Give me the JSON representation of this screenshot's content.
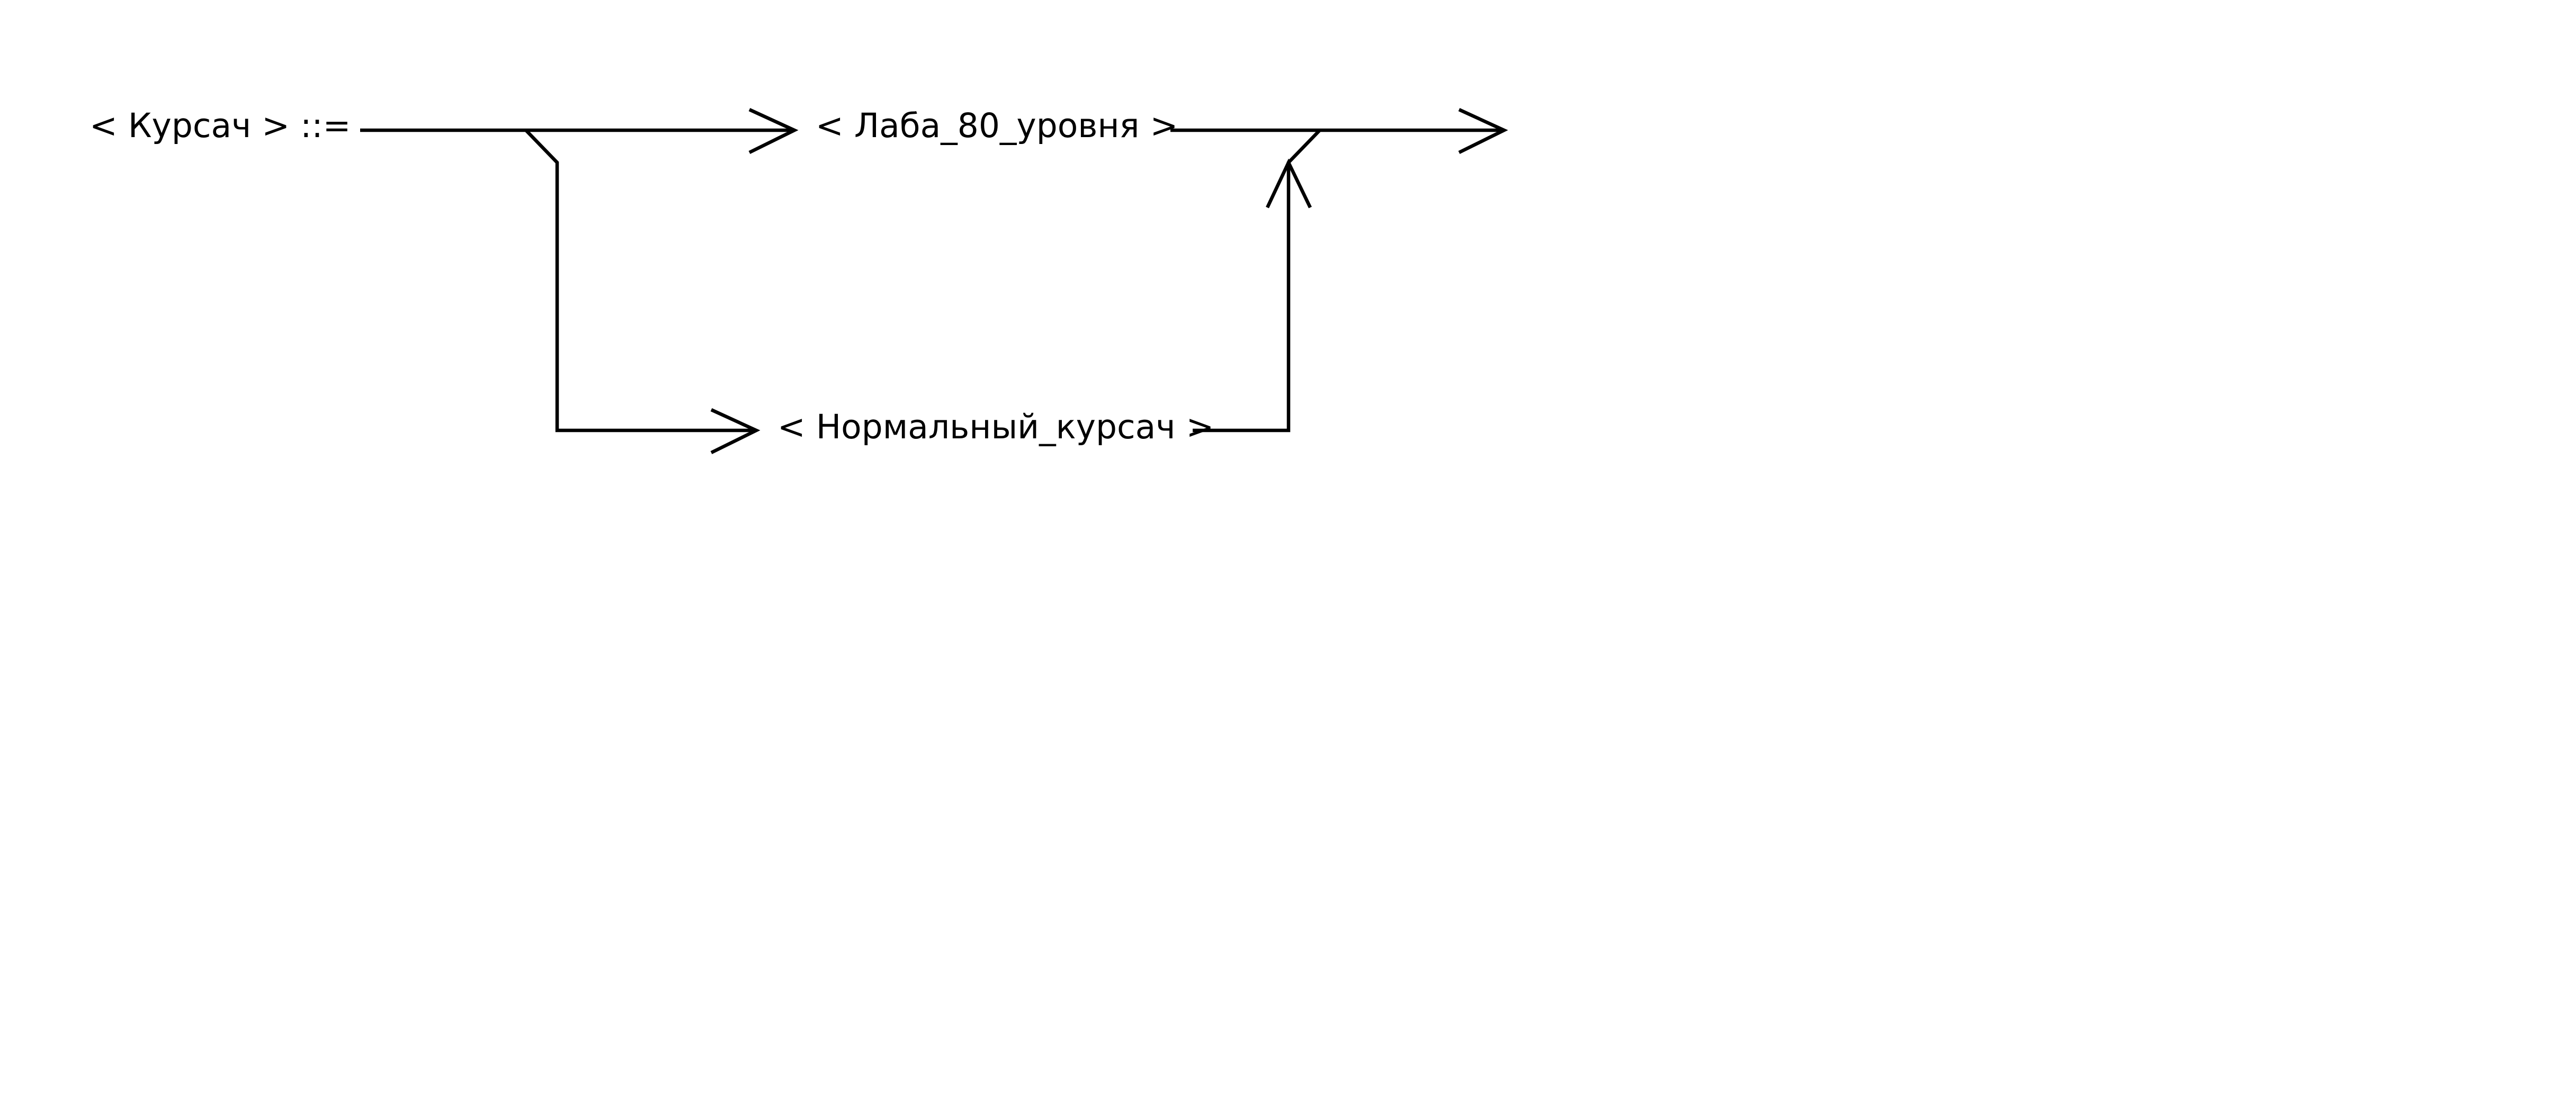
{
  "diagram": {
    "rule_label": "< Курсач > ::=",
    "alternatives": [
      {
        "label": "< Лаба_80_уровня >"
      },
      {
        "label": "< Нормальный_курсач >"
      }
    ]
  },
  "colors": {
    "background": "#ffffff",
    "stroke": "#000000",
    "text": "#000000"
  }
}
